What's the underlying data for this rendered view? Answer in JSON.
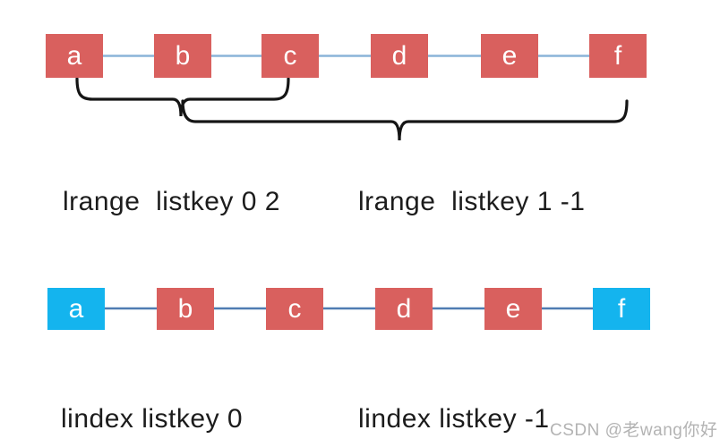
{
  "diagram": {
    "top_list": {
      "nodes": [
        {
          "label": "a",
          "variant": "red"
        },
        {
          "label": "b",
          "variant": "red"
        },
        {
          "label": "c",
          "variant": "red"
        },
        {
          "label": "d",
          "variant": "red"
        },
        {
          "label": "e",
          "variant": "red"
        },
        {
          "label": "f",
          "variant": "red"
        }
      ],
      "captions": {
        "left": "lrange  listkey 0 2",
        "right": "lrange  listkey 1 -1"
      }
    },
    "bottom_list": {
      "nodes": [
        {
          "label": "a",
          "variant": "cyan"
        },
        {
          "label": "b",
          "variant": "red"
        },
        {
          "label": "c",
          "variant": "red"
        },
        {
          "label": "d",
          "variant": "red"
        },
        {
          "label": "e",
          "variant": "red"
        },
        {
          "label": "f",
          "variant": "cyan"
        }
      ],
      "captions": {
        "left": "lindex listkey 0",
        "right": "lindex listkey -1"
      }
    },
    "colors": {
      "node_red": "#d9605e",
      "node_cyan": "#14b4ee",
      "connector_top": "#8ab4d8",
      "connector_bottom": "#4f7cb2",
      "bracket": "#151515",
      "caption_text": "#1c1c1c",
      "node_label": "#ffffff",
      "watermark": "#b3b3b3"
    }
  },
  "watermark": {
    "text": "CSDN @老wang你好"
  }
}
